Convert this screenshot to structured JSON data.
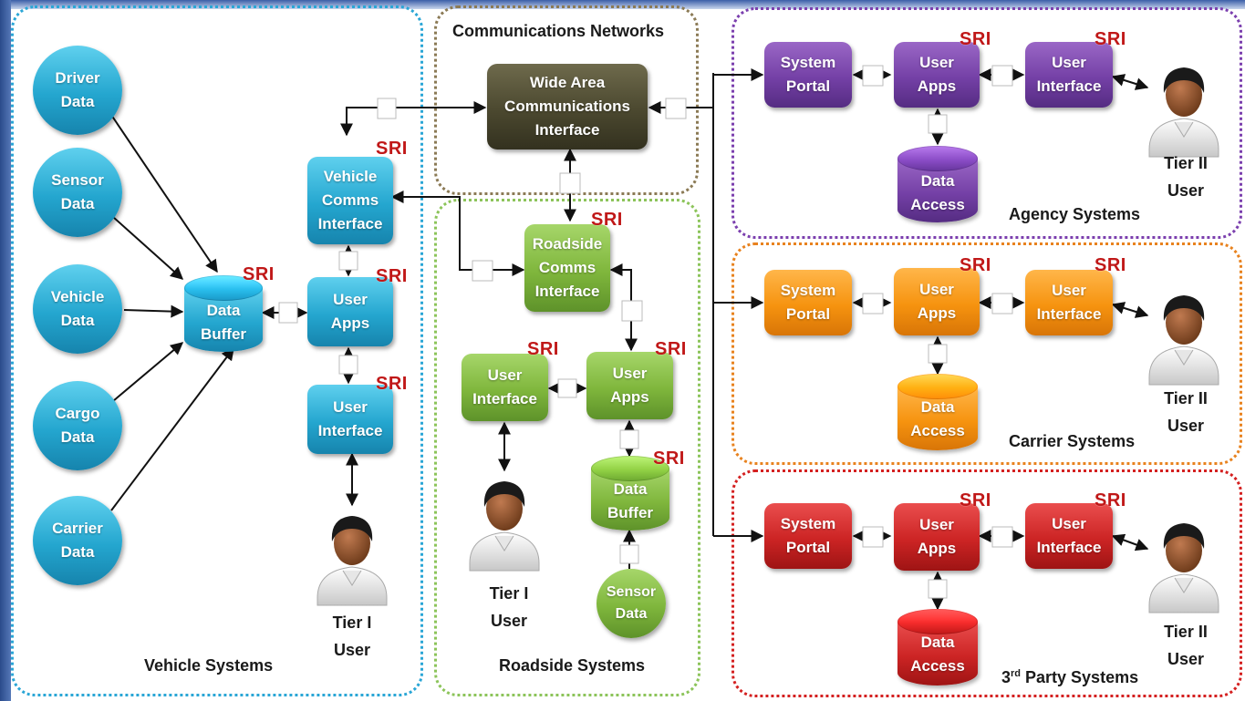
{
  "regions": {
    "vehicle": "Vehicle Systems",
    "communications": "Communications Networks",
    "roadside": "Roadside Systems",
    "agency": "Agency Systems",
    "carrier": "Carrier Systems",
    "third_party_prefix": "3",
    "third_party_sup": "rd",
    "third_party_suffix": " Party Systems"
  },
  "vehicle_sources": {
    "driver": "Driver\nData",
    "sensor": "Sensor\nData",
    "vehicle": "Vehicle\nData",
    "cargo": "Cargo\nData",
    "carrier": "Carrier\nData"
  },
  "vehicle_system": {
    "data_buffer": "Data\nBuffer",
    "comms_interface": "Vehicle\nComms\nInterface",
    "user_apps": "User\nApps",
    "user_interface": "User\nInterface",
    "user": "Tier I\nUser"
  },
  "communications": {
    "wide_area": "Wide Area\nCommunications\nInterface"
  },
  "roadside_system": {
    "comms_interface": "Roadside\nComms\nInterface",
    "user_interface": "User\nInterface",
    "user_apps": "User\nApps",
    "data_buffer": "Data\nBuffer",
    "sensor_data": "Sensor\nData",
    "user": "Tier I\nUser"
  },
  "agency_system": {
    "portal": "System\nPortal",
    "user_apps": "User\nApps",
    "user_interface": "User\nInterface",
    "data_access": "Data\nAccess",
    "user": "Tier II\nUser"
  },
  "carrier_system": {
    "portal": "System\nPortal",
    "user_apps": "User\nApps",
    "user_interface": "User\nInterface",
    "data_access": "Data\nAccess",
    "user": "Tier II\nUser"
  },
  "third_party_system": {
    "portal": "System\nPortal",
    "user_apps": "User\nApps",
    "user_interface": "User\nInterface",
    "data_access": "Data\nAccess",
    "user": "Tier II\nUser"
  },
  "sri_badge": "SRI",
  "colors": {
    "vehicle_border": "#2aa6d6",
    "communications_border": "#8b7a55",
    "roadside_border": "#8cc45a",
    "agency_border": "#7b3fae",
    "carrier_border": "#e8821e",
    "third_party_border": "#d42020",
    "sri_red": "#c01818"
  }
}
